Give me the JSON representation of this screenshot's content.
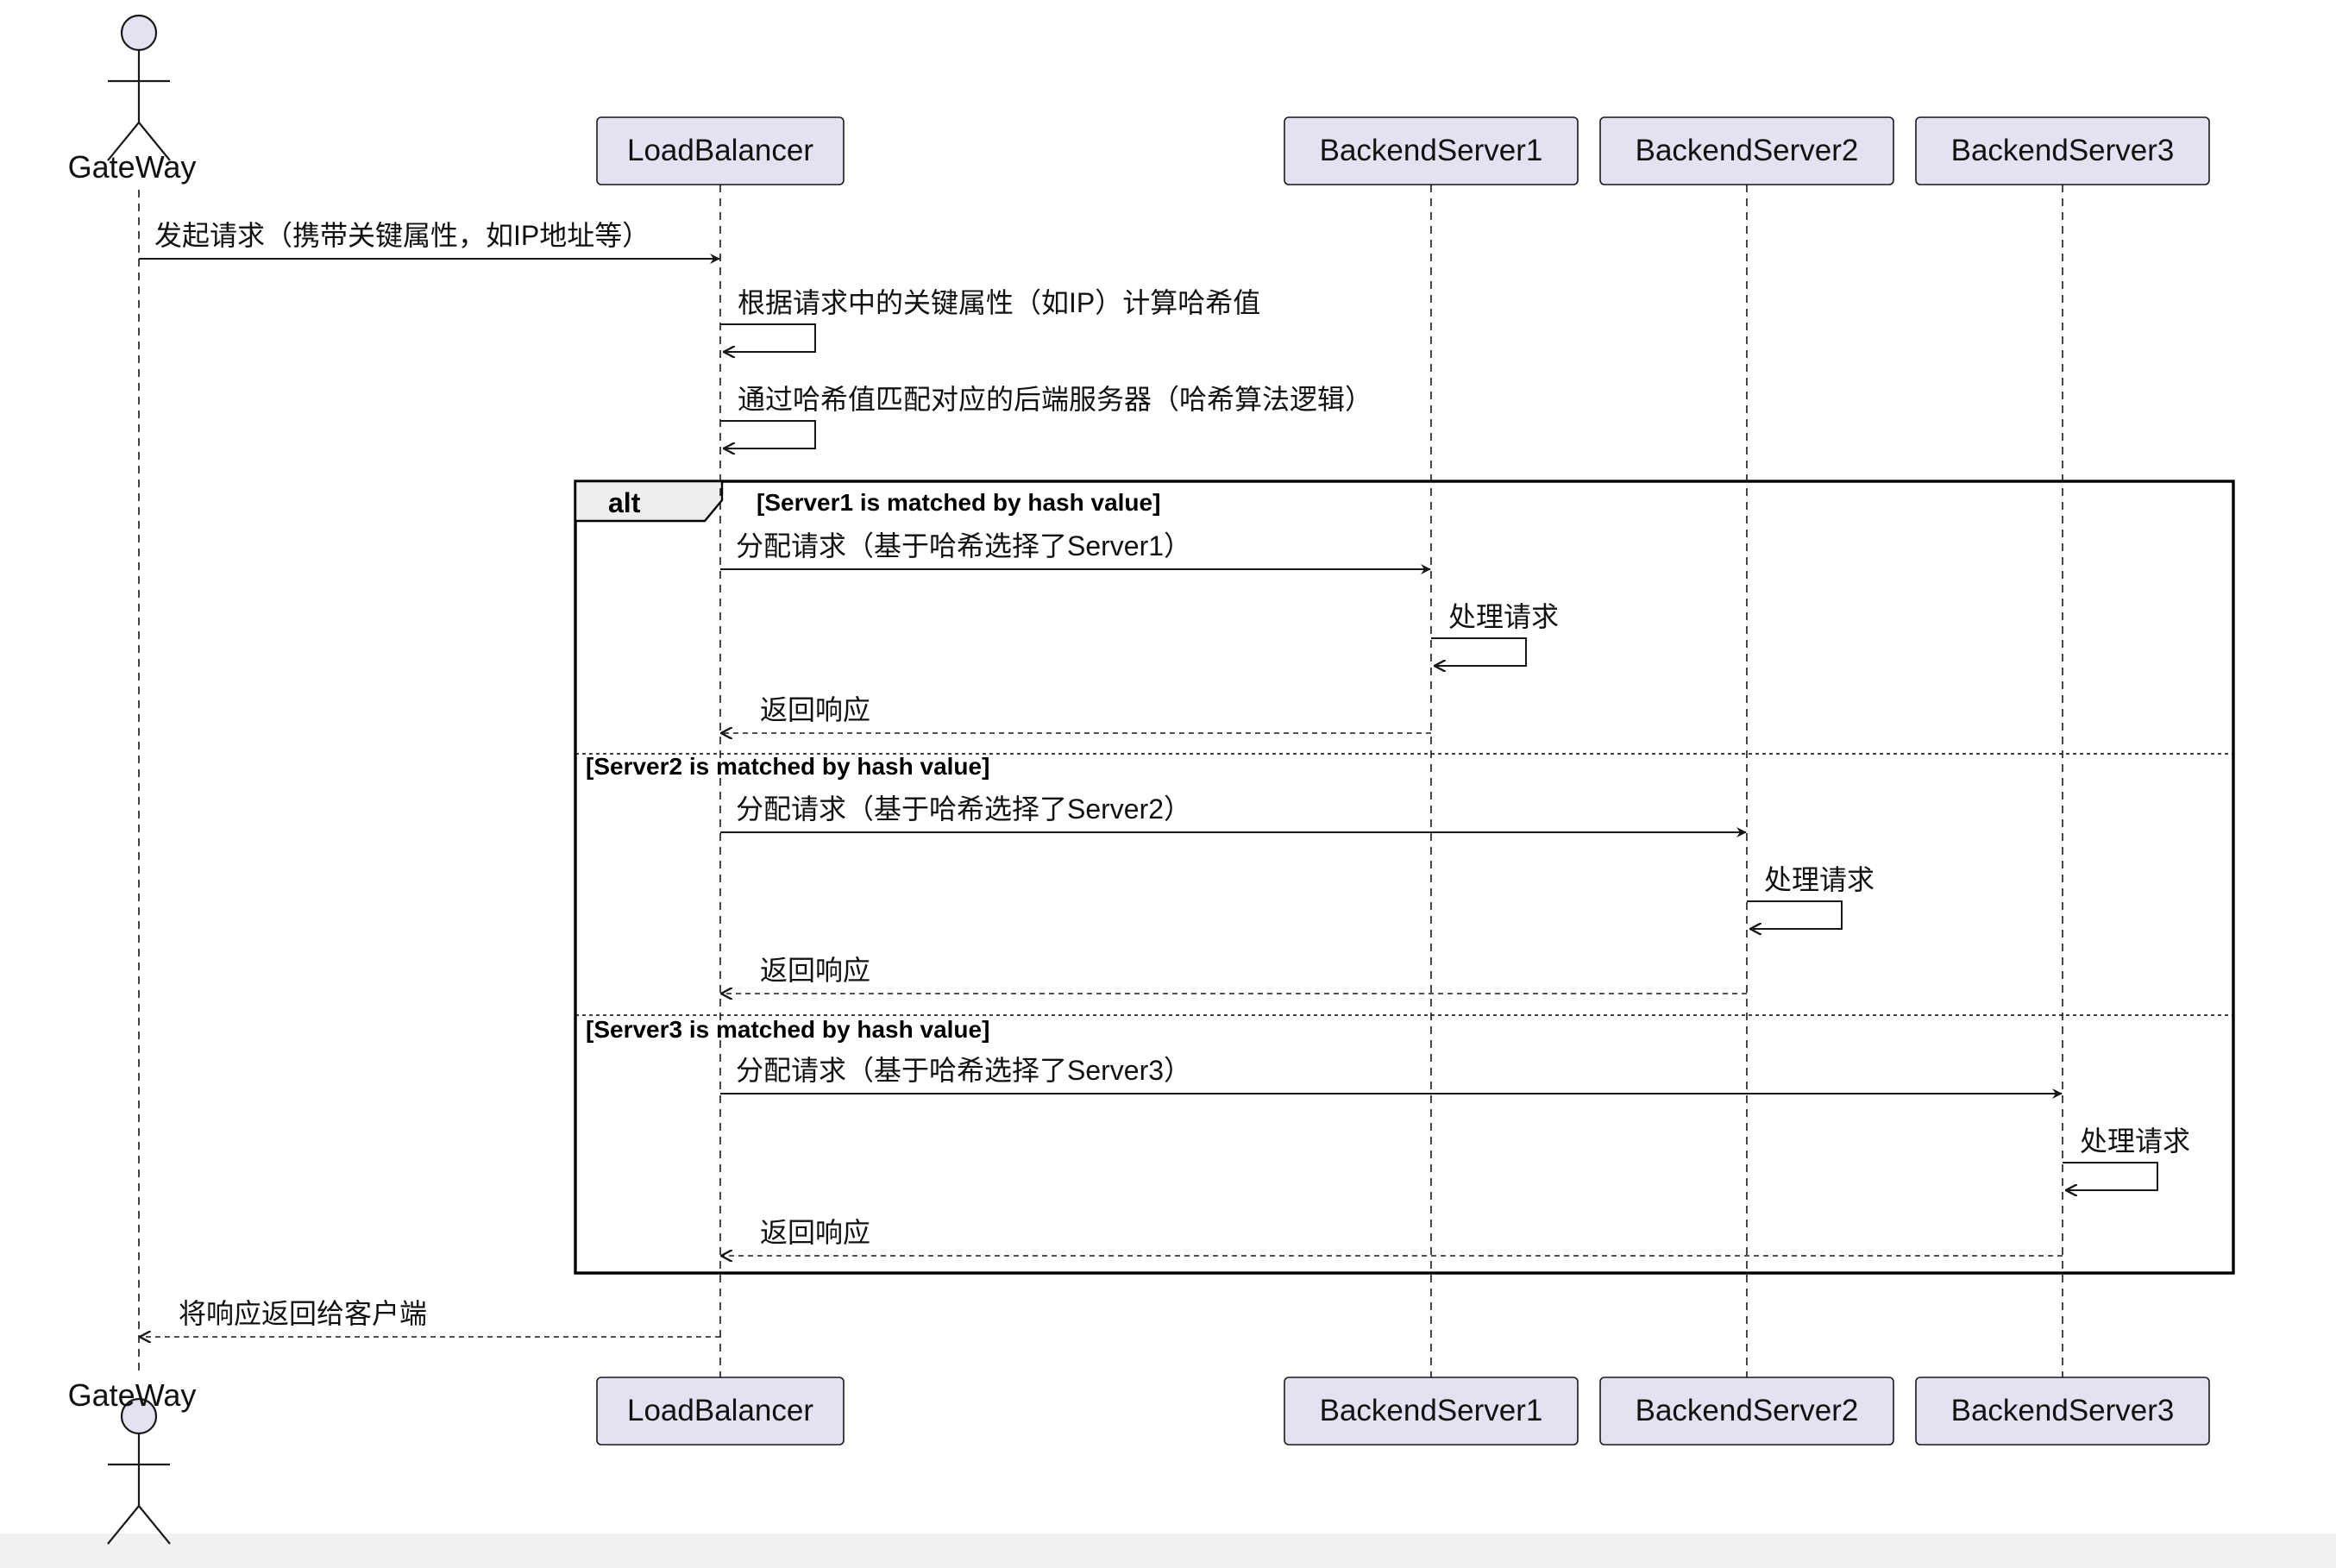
{
  "diagram": {
    "colors": {
      "participant_fill": "#e2e2f0",
      "participant_stroke": "#181818",
      "line": "#181818",
      "lifeline": "#181818",
      "actor_fill": "#e2e2f0",
      "frame_stroke": "#000000",
      "frame_label_fill": "#eeeeee"
    },
    "participants": [
      {
        "id": "gateway",
        "label": "GateWay",
        "kind": "actor"
      },
      {
        "id": "lb",
        "label": "LoadBalancer",
        "kind": "participant"
      },
      {
        "id": "s1",
        "label": "BackendServer1",
        "kind": "participant"
      },
      {
        "id": "s2",
        "label": "BackendServer2",
        "kind": "participant"
      },
      {
        "id": "s3",
        "label": "BackendServer3",
        "kind": "participant"
      }
    ],
    "messages": [
      {
        "from": "gateway",
        "to": "lb",
        "text": "发起请求（携带关键属性，如IP地址等）",
        "style": "solid"
      },
      {
        "from": "lb",
        "to": "lb",
        "text": "根据请求中的关键属性（如IP）计算哈希值",
        "style": "solid"
      },
      {
        "from": "lb",
        "to": "lb",
        "text": "通过哈希值匹配对应的后端服务器（哈希算法逻辑）",
        "style": "solid"
      },
      {
        "from": "lb",
        "to": "s1",
        "text": "分配请求（基于哈希选择了Server1）",
        "style": "solid"
      },
      {
        "from": "s1",
        "to": "s1",
        "text": "处理请求",
        "style": "solid"
      },
      {
        "from": "s1",
        "to": "lb",
        "text": "返回响应",
        "style": "dashed"
      },
      {
        "from": "lb",
        "to": "s2",
        "text": "分配请求（基于哈希选择了Server2）",
        "style": "solid"
      },
      {
        "from": "s2",
        "to": "s2",
        "text": "处理请求",
        "style": "solid"
      },
      {
        "from": "s2",
        "to": "lb",
        "text": "返回响应",
        "style": "dashed"
      },
      {
        "from": "lb",
        "to": "s3",
        "text": "分配请求（基于哈希选择了Server3）",
        "style": "solid"
      },
      {
        "from": "s3",
        "to": "s3",
        "text": "处理请求",
        "style": "solid"
      },
      {
        "from": "s3",
        "to": "lb",
        "text": "返回响应",
        "style": "dashed"
      },
      {
        "from": "lb",
        "to": "gateway",
        "text": "将响应返回给客户端",
        "style": "dashed"
      }
    ],
    "fragment": {
      "type": "alt",
      "operands": [
        {
          "guard": "[Server1 is matched by hash value]"
        },
        {
          "guard": "[Server2 is matched by hash value]"
        },
        {
          "guard": "[Server3 is matched by hash value]"
        }
      ]
    }
  }
}
